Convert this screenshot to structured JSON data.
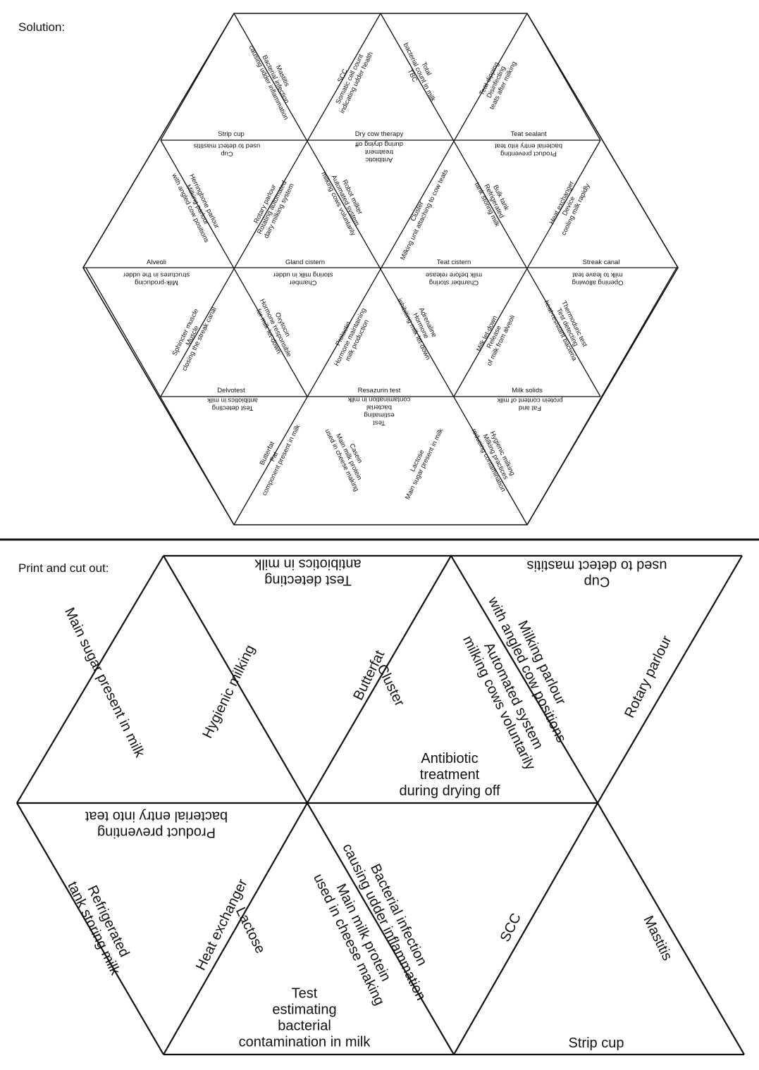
{
  "solution": {
    "heading": "Solution:",
    "labels": {
      "t1_left": "Mastitis\nBacterial infection\ncausing udder inflammation",
      "t1_bottom": "Strip cup",
      "t2_left": "SCC\nSomatic cell count\nindicating udder health",
      "t2_right": "Total\nbacterial count in milk\nTBC",
      "t2_bottom": "Dry cow therapy",
      "t3_left": "Teat dipping\nDisinfecting\nteats after milking",
      "t3_bottom": "Teat sealant",
      "r2_top_1": "Cup\nused to detect mastitis",
      "r2_top_2": "Antibiotic\ntreatment\nduring drying off",
      "r2_top_3": "Product preventing\nbacterial entry into teat",
      "r2_left_1": "Herringbone parlour\nMilking parlour\nwith angled cow positions",
      "r2_left_2": "Rotary parlour\nRotating automated\ndairy milking system",
      "r2_left_3": "Robot milker\nAutomated system\nmilking cows voluntarily",
      "r2_left_4": "Cluster\nMilking unit attaching to cow teats",
      "r2_left_5": "Bulk tank\nRefrigerated\ntank storing milk",
      "r2_left_6": "Heat exchanger\nDevice\ncooling milk rapidly",
      "mid_1": "Alveoli",
      "mid_2": "Gland cistern",
      "mid_3": "Teat cistern",
      "mid_4": "Streak canal",
      "mid_5": "Milk-producing\nstructures in the udder",
      "mid_6": "Chamber\nstoring milk in udder",
      "mid_7": "Chamber storing\nmilk before release",
      "mid_8": "Opening allowing\nmilk to leave teat",
      "r3_1": "Sphincter muscle\nMuscle\nclosing the streak canal",
      "r3_2": "Oxytocin\nHormone responsible\nfor milk let-down",
      "r3_3": "Prolactin\nHormone maintaining\nmilk production",
      "r3_4": "Adrenaline\nHormone\ninhibiting milk let-down",
      "r3_5": "Milk let-down\nRelease\nof milk from alveoli",
      "r3_6": "Thermoduric test\nTest detecting\nheat-resistant bacteria",
      "r3_bottom_1": "Delvotest",
      "r3_bottom_2": "Resazurin test",
      "r3_bottom_3": "Milk solids",
      "r4_top_1": "Test detecting\nantibiotics in milk",
      "r4_top_2": "Test\nestimating\nbacterial\ncontamination in milk",
      "r4_top_3": "Fat and\nprotein content of milk",
      "r4_1": "Butterfat\nFat\ncomponent present in milk",
      "r4_2": "Casein\nMain milk protein\nused in cheese making",
      "r4_3": "Lactose\nMain sugar present in milk",
      "r4_4": "Hygienic milking\nMilking practices\nreducing contamination"
    }
  },
  "cutout": {
    "heading": "Print and cut out:",
    "labels": {
      "a_slant": "Main sugar present in milk",
      "a_hyg": "Hygienic milking",
      "top_test": "Test detecting\nantibiotics in milk",
      "butterfat": "Butterfat",
      "cluster": "Cluster",
      "milking_parlour": "Milking parlour\nwith angled cow positions",
      "automated": "Automated system\nmilking cows voluntarily",
      "cup": "Cup\nused to detect mastitis",
      "rotary": "Rotary parlour",
      "antibiotic": "Antibiotic\ntreatment\nduring drying off",
      "product": "Product preventing\nbacterial entry into teat",
      "refrigerated": "Refrigerated\ntank storing milk",
      "heat": "Heat exchanger",
      "lactose": "Lactose",
      "bacterial": "Bacterial infection\ncausing udder inflammation",
      "casein": "Main milk protein\nused in cheese making",
      "scc": "SCC",
      "mastitis": "Mastitis",
      "test_est": "Test\nestimating\nbacterial\ncontamination in milk",
      "strip": "Strip cup"
    }
  }
}
